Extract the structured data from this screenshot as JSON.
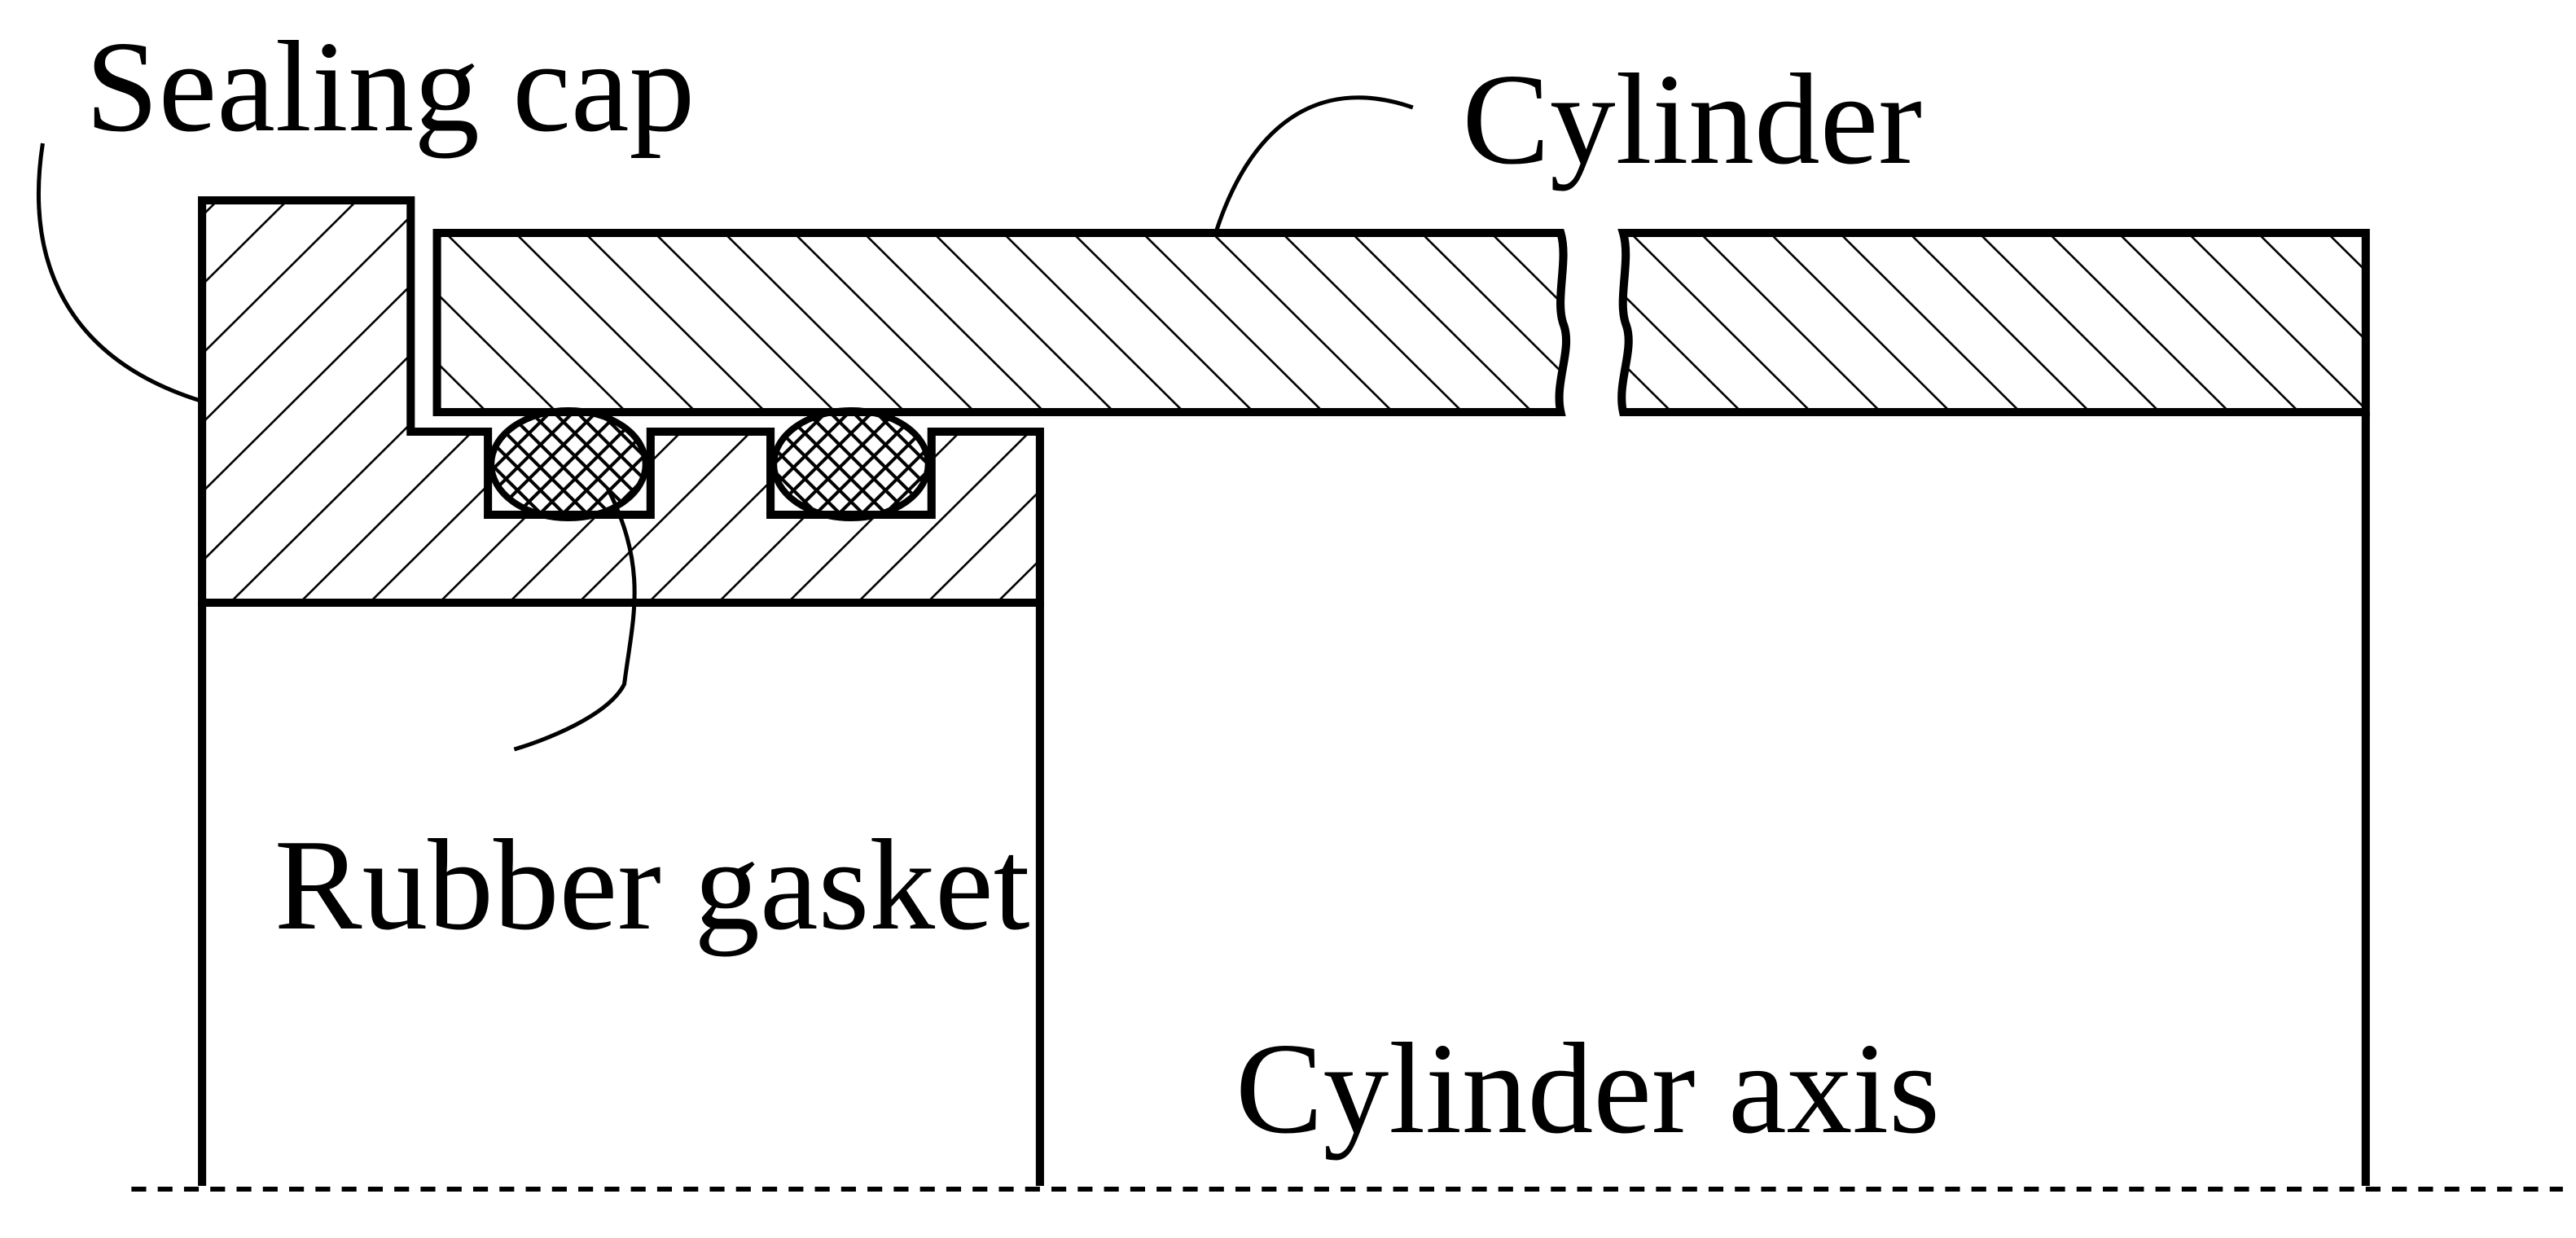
{
  "labels": {
    "sealing_cap": "Sealing cap",
    "cylinder": "Cylinder",
    "rubber_gasket": "Rubber gasket",
    "cylinder_axis": "Cylinder axis"
  },
  "colors": {
    "line": "#000000",
    "background": "#ffffff"
  }
}
